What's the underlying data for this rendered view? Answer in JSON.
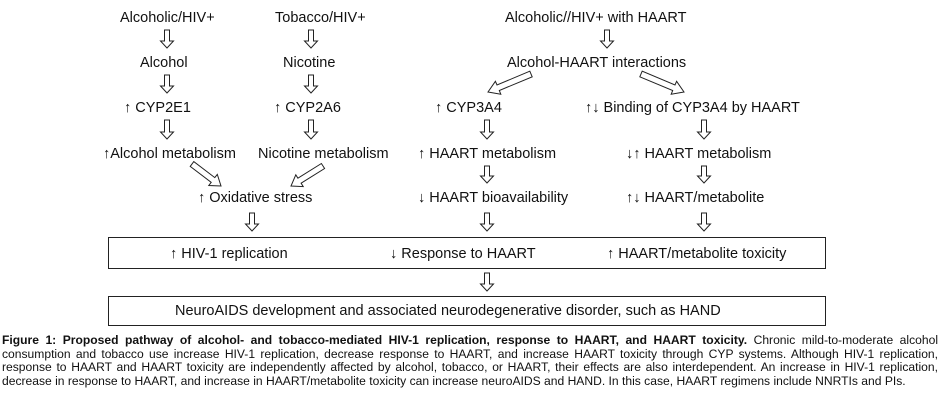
{
  "nodes": {
    "alcoholic_hiv": "Alcoholic/HIV+",
    "tobacco_hiv": "Tobacco/HIV+",
    "alcoholic_haart": "Alcoholic//HIV+ with HAART",
    "alcohol": "Alcohol",
    "nicotine": "Nicotine",
    "alcohol_haart_interactions": "Alcohol-HAART interactions",
    "cyp2e1": "↑ CYP2E1",
    "cyp2a6": "↑ CYP2A6",
    "cyp3a4": "↑ CYP3A4",
    "binding_cyp3a4": "↑↓ Binding of CYP3A4 by HAART",
    "alcohol_metabolism": "↑Alcohol metabolism",
    "nicotine_metabolism": "Nicotine metabolism",
    "haart_metabolism_up": "↑ HAART metabolism",
    "haart_metabolism_mixed": "↓↑ HAART metabolism",
    "oxidative_stress": "↑ Oxidative stress",
    "haart_bioavailability": "↓ HAART bioavailability",
    "haart_metabolite": "↑↓ HAART/metabolite",
    "hiv_replication": "↑ HIV-1 replication",
    "response_haart": "↓ Response to HAART",
    "metabolite_toxicity": "↑ HAART/metabolite toxicity",
    "neuroaids": "NeuroAIDS development and associated neurodegenerative disorder, such as HAND"
  },
  "caption": {
    "label": "Figure 1: Proposed pathway of alcohol- and tobacco-mediated HIV-1 replication, response to HAART, and HAART toxicity.",
    "text": " Chronic mild-to-moderate alcohol consumption and tobacco use increase HIV-1 replication, decrease response to HAART, and increase HAART toxicity through CYP systems. Although HIV-1 replication, response to HAART and HAART toxicity are independently affected by alcohol, tobacco, or HAART, their effects are also interdependent. An increase in HIV-1 replication, decrease in response to HAART, and increase in HAART/metabolite toxicity can increase neuroAIDS and HAND. In this case, HAART regimens include NNRTIs and PIs."
  }
}
